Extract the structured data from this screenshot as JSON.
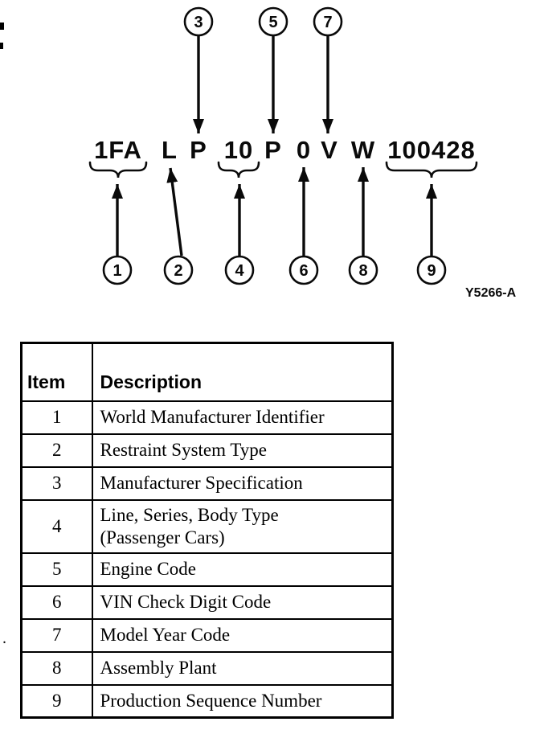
{
  "figure": {
    "vin_segments": [
      {
        "text": "1FA",
        "callout": "1"
      },
      {
        "text": "L",
        "callout": "2"
      },
      {
        "text": "P",
        "callout": "3"
      },
      {
        "text": "10",
        "callout": "4"
      },
      {
        "text": "P",
        "callout": "5"
      },
      {
        "text": "0",
        "callout": "6"
      },
      {
        "text": "V",
        "callout": "7"
      },
      {
        "text": "W",
        "callout": "8"
      },
      {
        "text": "100428",
        "callout": "9"
      }
    ],
    "reference_code": "Y5266-A",
    "stray_mark": ".",
    "ink_color": "#0a0a0a"
  },
  "table": {
    "headers": [
      "Item",
      "Description"
    ],
    "rows": [
      {
        "item": "1",
        "description": "World Manufacturer Identifier"
      },
      {
        "item": "2",
        "description": "Restraint System Type"
      },
      {
        "item": "3",
        "description": "Manufacturer Specification"
      },
      {
        "item": "4",
        "description": "Line, Series, Body Type\n(Passenger Cars)"
      },
      {
        "item": "5",
        "description": "Engine Code"
      },
      {
        "item": "6",
        "description": "VIN Check Digit Code"
      },
      {
        "item": "7",
        "description": "Model Year Code"
      },
      {
        "item": "8",
        "description": "Assembly Plant"
      },
      {
        "item": "9",
        "description": "Production Sequence Number"
      }
    ]
  }
}
